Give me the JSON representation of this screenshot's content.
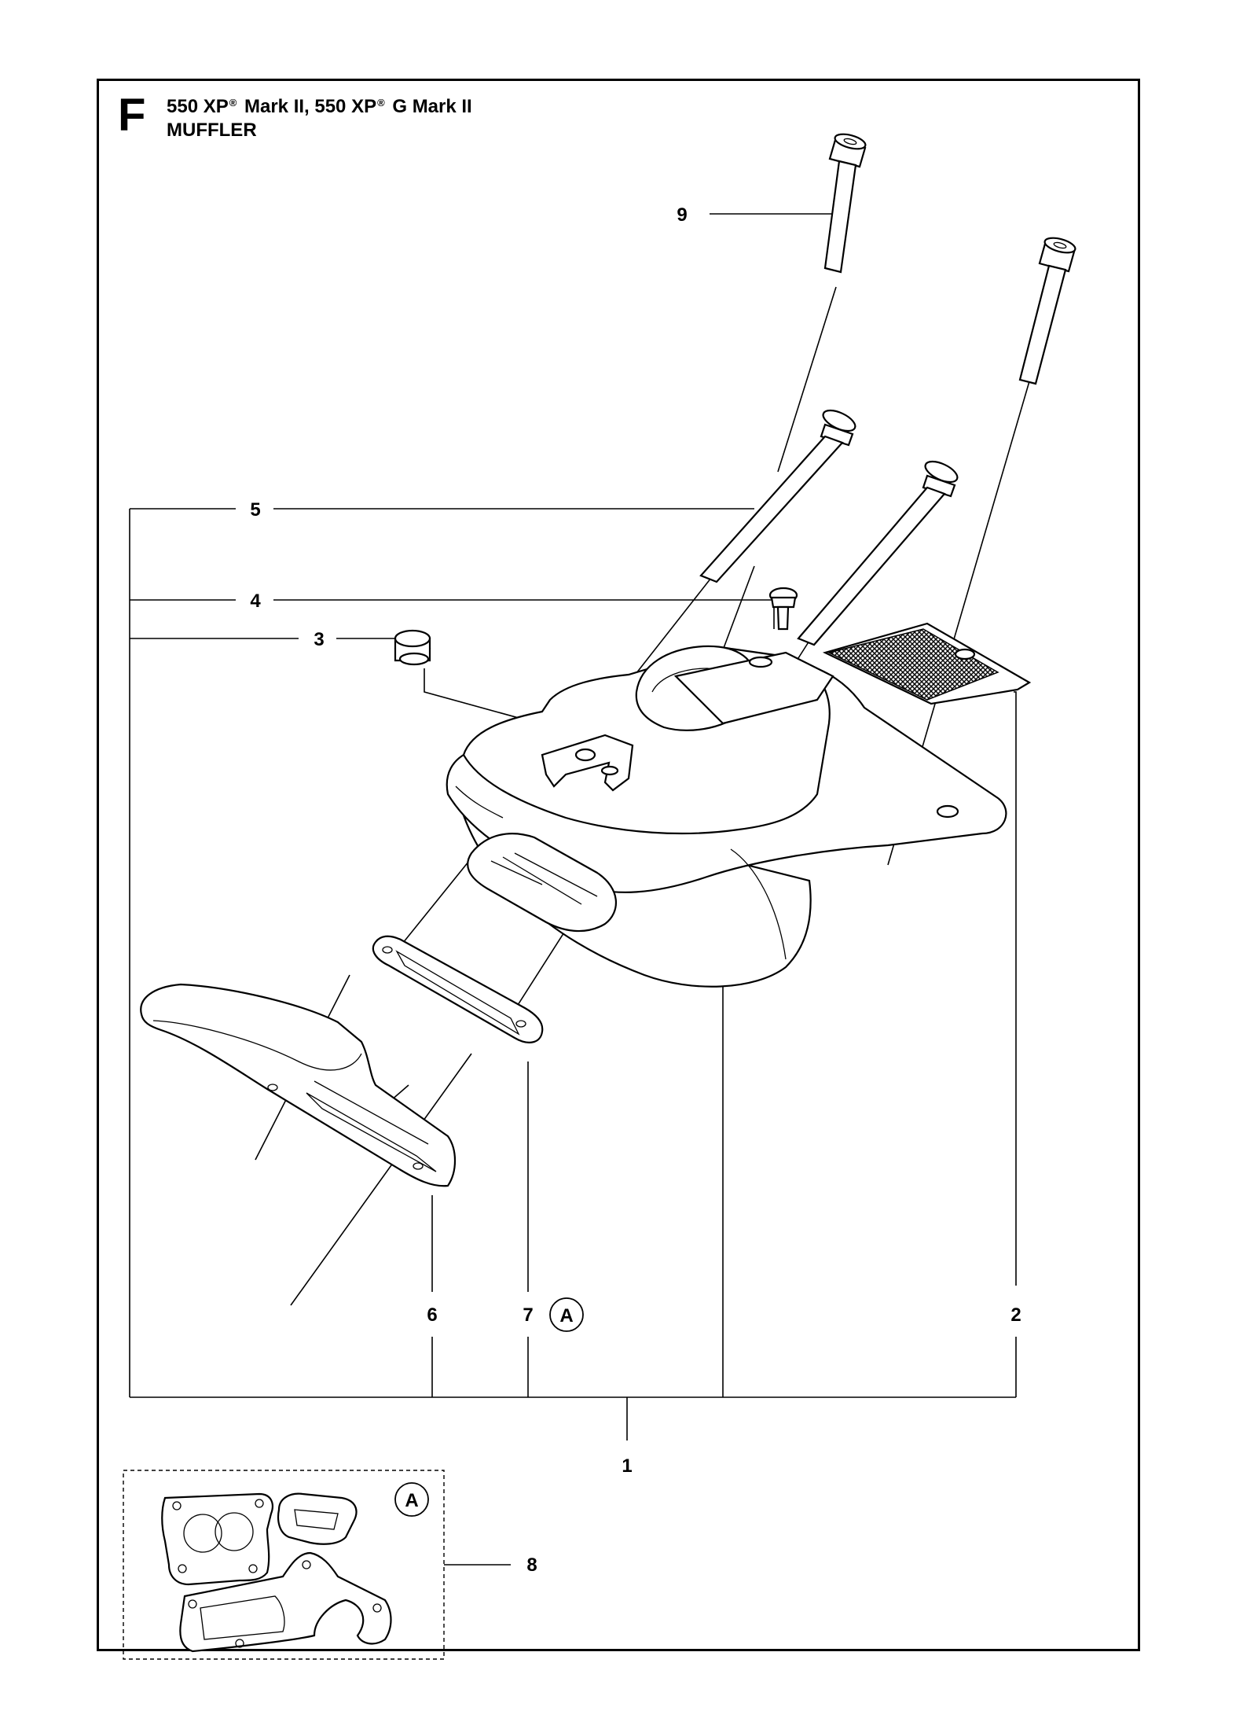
{
  "header": {
    "section_letter": "F",
    "model_1": "550 XP",
    "reg_1": "®",
    "model_1_rest": " Mark II, 550 XP",
    "reg_2": "®",
    "model_2_rest": " G Mark II",
    "subtitle": "MUFFLER"
  },
  "callouts": {
    "c1": "1",
    "c2": "2",
    "c3": "3",
    "c4": "4",
    "c5": "5",
    "c6": "6",
    "c7": "7",
    "c8": "8",
    "c9": "9",
    "kit_ref": "A",
    "kit_ref_box": "A"
  }
}
